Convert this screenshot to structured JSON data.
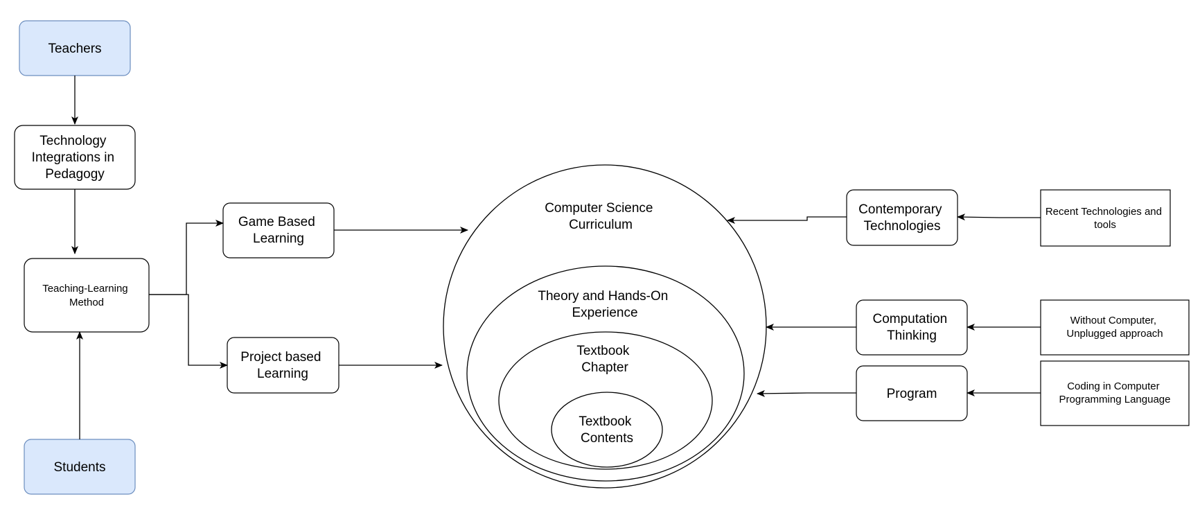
{
  "nodes": {
    "teachers": {
      "lines": [
        "Teachers"
      ],
      "fill": "#dae8fc",
      "stroke": "#6c8ebf"
    },
    "tech_integrations": {
      "lines": [
        "Technology",
        "Integrations in",
        "Pedagogy"
      ]
    },
    "teaching_method": {
      "lines": [
        "Teaching-Learning",
        "Method"
      ]
    },
    "students": {
      "lines": [
        "Students"
      ],
      "fill": "#dae8fc",
      "stroke": "#6c8ebf"
    },
    "game_based": {
      "lines": [
        "Game Based",
        "Learning"
      ]
    },
    "project_based": {
      "lines": [
        "Project based",
        "Learning"
      ]
    },
    "contemporary_tech": {
      "lines": [
        "Contemporary",
        "Technologies"
      ]
    },
    "computation_thinking": {
      "lines": [
        "Computation",
        "Thinking"
      ]
    },
    "program": {
      "lines": [
        "Program"
      ]
    },
    "recent_tech": {
      "lines": [
        "Recent Technologies and",
        "tools"
      ]
    },
    "unplugged": {
      "lines": [
        "Without Computer,",
        "Unplugged approach"
      ]
    },
    "coding": {
      "lines": [
        "Coding in Computer",
        "Programming Language"
      ]
    }
  },
  "circles": {
    "curriculum": {
      "lines": [
        "Computer Science",
        "Curriculum"
      ]
    },
    "theory": {
      "lines": [
        "Theory and Hands-On",
        "Experience"
      ]
    },
    "chapter": {
      "lines": [
        "Textbook",
        "Chapter"
      ]
    },
    "contents": {
      "lines": [
        "Textbook",
        "Contents"
      ]
    }
  }
}
